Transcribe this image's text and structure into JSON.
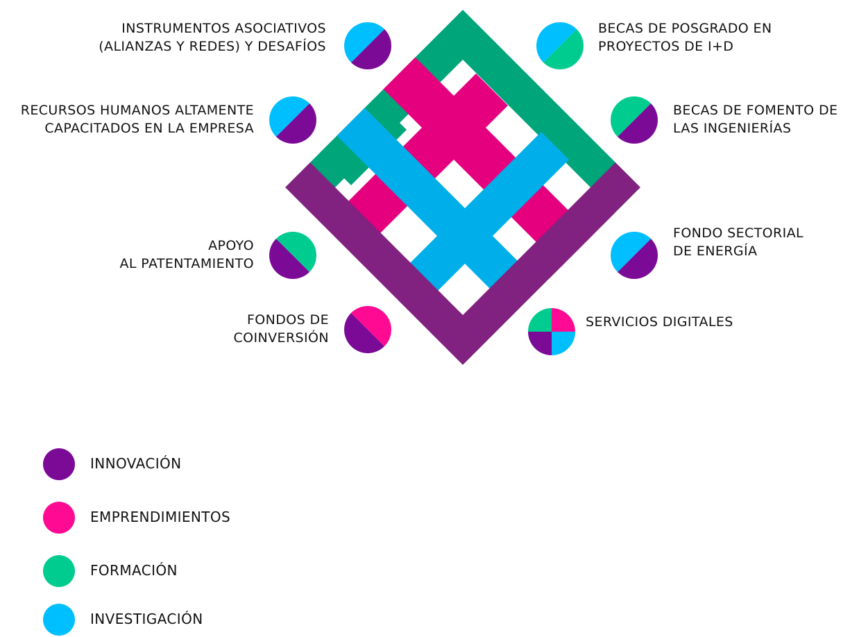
{
  "colors": {
    "innovacion": "#7b0a96",
    "emprendimientos": "#ff0a93",
    "formacion": "#00cc90",
    "investigacion": "#00bfff",
    "band_green": "#00a57a",
    "band_pink": "#e5007d",
    "band_blue": "#00aeea",
    "band_purple": "#812280"
  },
  "programs": [
    {
      "id": "instrumentos",
      "label": "INSTRUMENTOS ASOCIATIVOS\n(ALIANZAS Y REDES) Y DESAFÍOS",
      "segments": [
        "innovacion",
        "investigacion"
      ]
    },
    {
      "id": "recursos",
      "label": "RECURSOS HUMANOS ALTAMENTE\nCAPACITADOS EN LA EMPRESA",
      "segments": [
        "innovacion",
        "investigacion"
      ]
    },
    {
      "id": "patentamiento",
      "label": "APOYO\nAL PATENTAMIENTO",
      "segments": [
        "innovacion",
        "formacion"
      ]
    },
    {
      "id": "coinversion",
      "label": "FONDOS DE\nCOINVERSIÓN",
      "segments": [
        "innovacion",
        "emprendimientos"
      ]
    },
    {
      "id": "posgrado",
      "label": "BECAS DE POSGRADO EN\nPROYECTOS DE I+D",
      "segments": [
        "investigacion",
        "formacion"
      ]
    },
    {
      "id": "ingenierias",
      "label": "BECAS DE FOMENTO DE\nLAS INGENIERÍAS",
      "segments": [
        "innovacion",
        "formacion"
      ]
    },
    {
      "id": "energia",
      "label": "FONDO SECTORIAL\nDE ENERGÍA",
      "segments": [
        "innovacion",
        "investigacion"
      ]
    },
    {
      "id": "digitales",
      "label": "SERVICIOS DIGITALES",
      "segments": [
        "formacion",
        "emprendimientos",
        "investigacion",
        "innovacion"
      ]
    }
  ],
  "legend": [
    {
      "key": "innovacion",
      "label": "INNOVACIÓN"
    },
    {
      "key": "emprendimientos",
      "label": "EMPRENDIMIENTOS"
    },
    {
      "key": "formacion",
      "label": "FORMACIÓN"
    },
    {
      "key": "investigacion",
      "label": "INVESTIGACIÓN"
    }
  ]
}
